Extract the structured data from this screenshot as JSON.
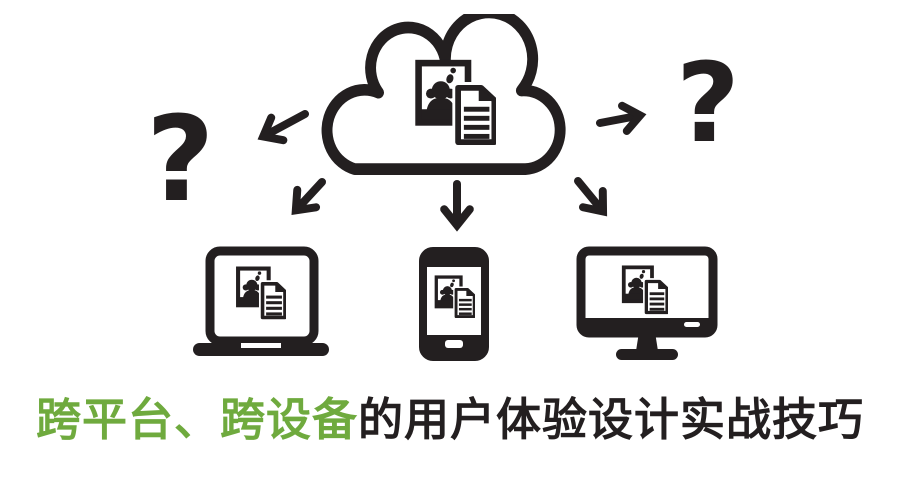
{
  "colors": {
    "background": "#ffffff",
    "ink": "#231f20",
    "accent_green": "#6faa3e"
  },
  "caption": {
    "highlight": "跨平台、跨设备",
    "rest": "的用户体验设计实战技巧",
    "full": "跨平台、跨设备的用户体验设计实战技巧"
  },
  "question_marks": {
    "left": "?",
    "right": "?"
  },
  "icons": {
    "cloud": "cloud-icon",
    "cloud_content": "photo-document-icon",
    "devices": [
      "laptop-icon",
      "smartphone-icon",
      "monitor-icon"
    ],
    "device_content": "photo-document-icon",
    "arrows": [
      "arrow-upper-left-icon",
      "arrow-lower-left-icon",
      "arrow-down-icon",
      "arrow-lower-right-icon",
      "arrow-right-icon"
    ]
  }
}
